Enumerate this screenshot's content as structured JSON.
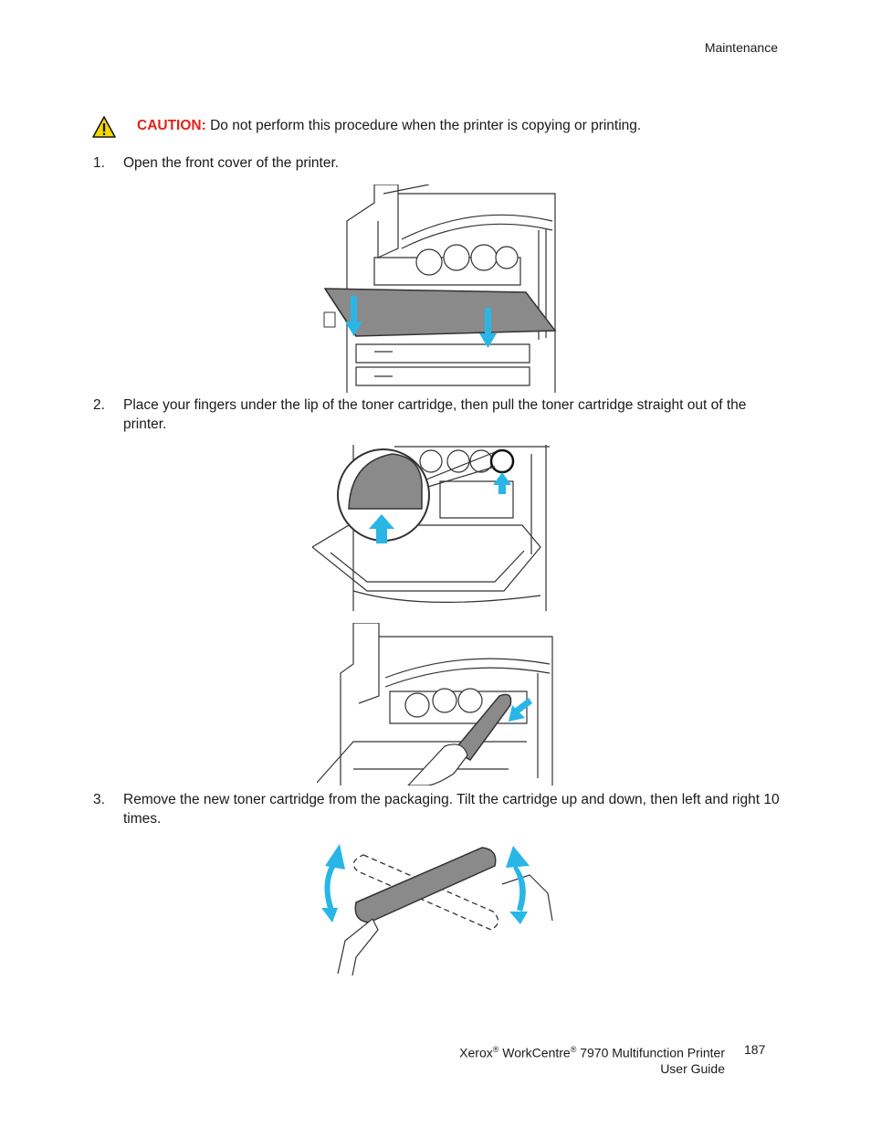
{
  "header": {
    "section": "Maintenance"
  },
  "caution": {
    "label": "CAUTION:",
    "text": "Do not perform this procedure when the printer is copying or printing."
  },
  "steps": [
    {
      "number": "1.",
      "text": "Open the front cover of the printer."
    },
    {
      "number": "2.",
      "text": "Place your fingers under the lip of the toner cartridge, then pull the toner cartridge straight out of the printer."
    },
    {
      "number": "3.",
      "text": "Remove the new toner cartridge from the packaging. Tilt the cartridge up and down, then left and right 10 times."
    }
  ],
  "footer": {
    "brand": "Xerox",
    "reg": "®",
    "product": "WorkCentre",
    "model": "7970 Multifunction Printer",
    "guide": "User Guide",
    "page": "187"
  },
  "colors": {
    "caution": "#e2231a",
    "arrow": "#29b6e6",
    "warning_yellow": "#f5d800"
  },
  "icons": [
    "warning-triangle-icon"
  ]
}
